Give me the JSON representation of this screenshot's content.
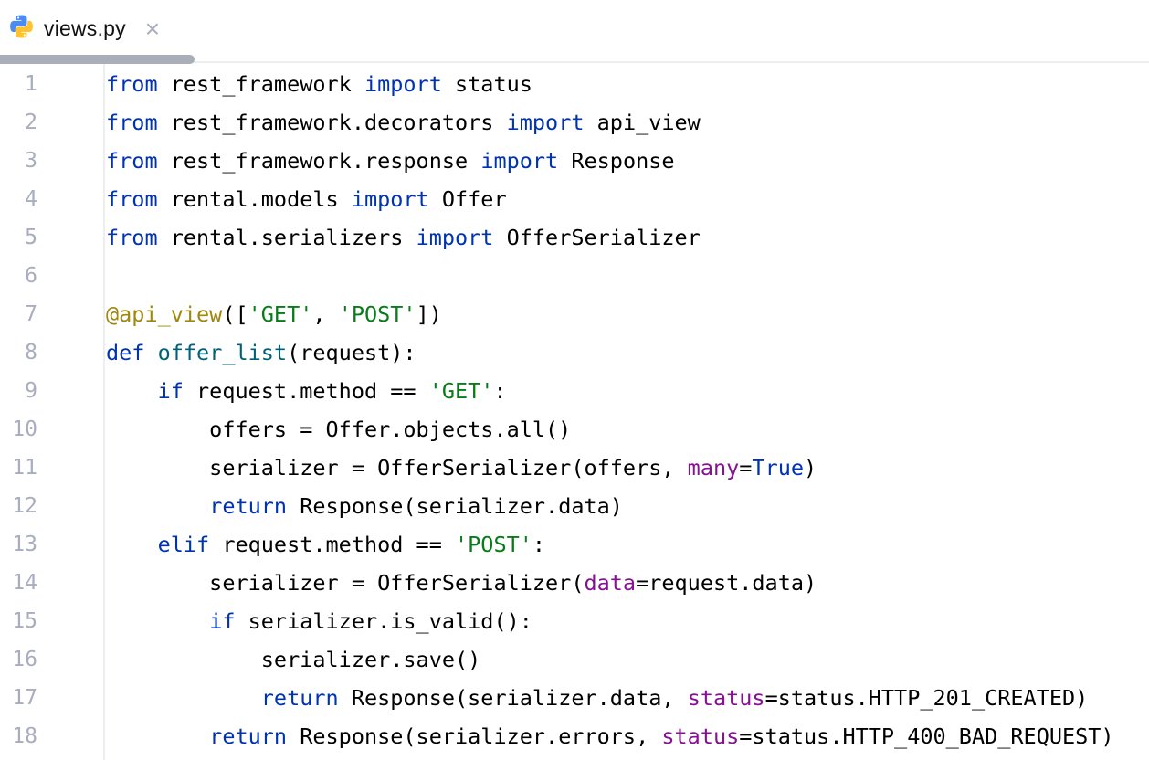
{
  "tab": {
    "title": "views.py"
  },
  "icons": {
    "close": "×",
    "file_type": "python-logo"
  },
  "colors": {
    "background": "#FFFFFF",
    "keyword": "#0033B3",
    "string": "#067D17",
    "decorator": "#9E880D",
    "function_name": "#00627A",
    "keyword_argument": "#871094",
    "plain_text": "#000000",
    "line_number": "#A8AEBF",
    "tab_underline": "#A9AEB9",
    "gutter_separator": "#EDEEF1",
    "python_icon_blue": "#4B8BF5",
    "python_icon_yellow": "#FFC331"
  },
  "editor": {
    "lines": [
      {
        "number": "1",
        "tokens": [
          {
            "c": "kw",
            "t": "from"
          },
          {
            "c": "pl",
            "t": " rest_framework "
          },
          {
            "c": "kw",
            "t": "import"
          },
          {
            "c": "pl",
            "t": " status"
          }
        ]
      },
      {
        "number": "2",
        "tokens": [
          {
            "c": "kw",
            "t": "from"
          },
          {
            "c": "pl",
            "t": " rest_framework.decorators "
          },
          {
            "c": "kw",
            "t": "import"
          },
          {
            "c": "pl",
            "t": " api_view"
          }
        ]
      },
      {
        "number": "3",
        "tokens": [
          {
            "c": "kw",
            "t": "from"
          },
          {
            "c": "pl",
            "t": " rest_framework.response "
          },
          {
            "c": "kw",
            "t": "import"
          },
          {
            "c": "pl",
            "t": " Response"
          }
        ]
      },
      {
        "number": "4",
        "tokens": [
          {
            "c": "kw",
            "t": "from"
          },
          {
            "c": "pl",
            "t": " rental.models "
          },
          {
            "c": "kw",
            "t": "import"
          },
          {
            "c": "pl",
            "t": " Offer"
          }
        ]
      },
      {
        "number": "5",
        "tokens": [
          {
            "c": "kw",
            "t": "from"
          },
          {
            "c": "pl",
            "t": " rental.serializers "
          },
          {
            "c": "kw",
            "t": "import"
          },
          {
            "c": "pl",
            "t": " OfferSerializer"
          }
        ]
      },
      {
        "number": "6",
        "tokens": []
      },
      {
        "number": "7",
        "tokens": [
          {
            "c": "dec",
            "t": "@api_view"
          },
          {
            "c": "pl",
            "t": "(["
          },
          {
            "c": "str",
            "t": "'GET'"
          },
          {
            "c": "pl",
            "t": ", "
          },
          {
            "c": "str",
            "t": "'POST'"
          },
          {
            "c": "pl",
            "t": "])"
          }
        ]
      },
      {
        "number": "8",
        "tokens": [
          {
            "c": "kw",
            "t": "def"
          },
          {
            "c": "pl",
            "t": " "
          },
          {
            "c": "fn",
            "t": "offer_list"
          },
          {
            "c": "pl",
            "t": "(request):"
          }
        ]
      },
      {
        "number": "9",
        "tokens": [
          {
            "c": "pl",
            "t": "    "
          },
          {
            "c": "kw",
            "t": "if"
          },
          {
            "c": "pl",
            "t": " request.method == "
          },
          {
            "c": "str",
            "t": "'GET'"
          },
          {
            "c": "pl",
            "t": ":"
          }
        ]
      },
      {
        "number": "10",
        "tokens": [
          {
            "c": "pl",
            "t": "        offers = Offer.objects.all()"
          }
        ]
      },
      {
        "number": "11",
        "tokens": [
          {
            "c": "pl",
            "t": "        serializer = OfferSerializer(offers, "
          },
          {
            "c": "kwarg",
            "t": "many"
          },
          {
            "c": "pl",
            "t": "="
          },
          {
            "c": "kw",
            "t": "True"
          },
          {
            "c": "pl",
            "t": ")"
          }
        ]
      },
      {
        "number": "12",
        "tokens": [
          {
            "c": "pl",
            "t": "        "
          },
          {
            "c": "kw",
            "t": "return"
          },
          {
            "c": "pl",
            "t": " Response(serializer.data)"
          }
        ]
      },
      {
        "number": "13",
        "tokens": [
          {
            "c": "pl",
            "t": "    "
          },
          {
            "c": "kw",
            "t": "elif"
          },
          {
            "c": "pl",
            "t": " request.method == "
          },
          {
            "c": "str",
            "t": "'POST'"
          },
          {
            "c": "pl",
            "t": ":"
          }
        ]
      },
      {
        "number": "14",
        "tokens": [
          {
            "c": "pl",
            "t": "        serializer = OfferSerializer("
          },
          {
            "c": "kwarg",
            "t": "data"
          },
          {
            "c": "pl",
            "t": "=request.data)"
          }
        ]
      },
      {
        "number": "15",
        "tokens": [
          {
            "c": "pl",
            "t": "        "
          },
          {
            "c": "kw",
            "t": "if"
          },
          {
            "c": "pl",
            "t": " serializer.is_valid():"
          }
        ]
      },
      {
        "number": "16",
        "tokens": [
          {
            "c": "pl",
            "t": "            serializer.save()"
          }
        ]
      },
      {
        "number": "17",
        "tokens": [
          {
            "c": "pl",
            "t": "            "
          },
          {
            "c": "kw",
            "t": "return"
          },
          {
            "c": "pl",
            "t": " Response(serializer.data, "
          },
          {
            "c": "kwarg",
            "t": "status"
          },
          {
            "c": "pl",
            "t": "=status.HTTP_201_CREATED)"
          }
        ]
      },
      {
        "number": "18",
        "tokens": [
          {
            "c": "pl",
            "t": "        "
          },
          {
            "c": "kw",
            "t": "return"
          },
          {
            "c": "pl",
            "t": " Response(serializer.errors, "
          },
          {
            "c": "kwarg",
            "t": "status"
          },
          {
            "c": "pl",
            "t": "=status.HTTP_400_BAD_REQUEST)"
          }
        ]
      }
    ]
  }
}
